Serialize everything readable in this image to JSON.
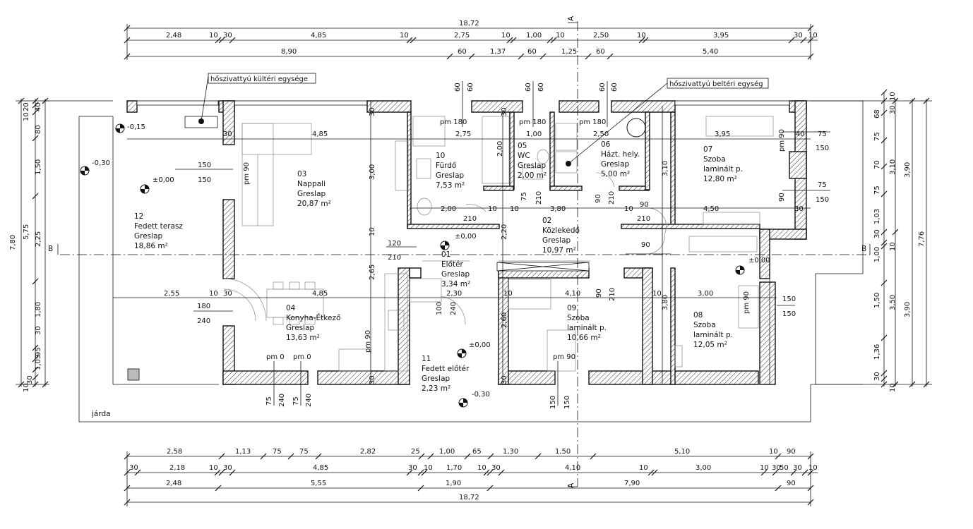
{
  "dims_top_1": [
    "2,48",
    "10",
    "30",
    "4,85",
    "10",
    "2,75",
    "10",
    "1,00",
    "10",
    "2,50",
    "10",
    "3,95",
    "30",
    "10"
  ],
  "dims_top_2": [
    "8,90",
    "60",
    "1,37",
    "60",
    "1,25",
    "60",
    "5,40"
  ],
  "dims_top_total": "18,72",
  "dims_bottom_1": [
    "2,58",
    "1,13",
    "75",
    "75",
    "2,82",
    "25",
    "1,00",
    "65",
    "1,30",
    "1,50",
    "5,10",
    "10",
    "90"
  ],
  "dims_bottom_2": [
    "30",
    "2,18",
    "10",
    "30",
    "4,85",
    "30",
    "10",
    "1,70",
    "10",
    "30",
    "4,10",
    "10",
    "3,00",
    "10",
    "30",
    "50",
    "30",
    "10"
  ],
  "dims_bottom_3": [
    "2,48",
    "5,55",
    "1,90",
    "7,90",
    "90"
  ],
  "dims_bottom_total": "18,72",
  "dims_left": [
    "10",
    "20",
    "40",
    "80",
    "1,50",
    "2,25",
    "1,80",
    "30",
    "95",
    "1,05",
    "30",
    "10",
    "5,75",
    "7,80"
  ],
  "dims_right": [
    "10",
    "30",
    "68",
    "75",
    "70",
    "75",
    "1,03",
    "30",
    "10",
    "1,00",
    "1,50",
    "1,36",
    "30",
    "10",
    "3,10",
    "3,50",
    "3,90",
    "3,90",
    "7,76"
  ],
  "section_labels": {
    "a_top": "A",
    "a_bottom": "A",
    "b_left": "B",
    "b_right": "B"
  },
  "callouts": {
    "outdoor_unit": "hőszivattyú kültéri egysége",
    "indoor_unit": "hőszivattyú beltéri egység"
  },
  "rooms": [
    {
      "num": "12",
      "name": "Fedett terasz",
      "floor": "Greslap",
      "area": "18,86 m²"
    },
    {
      "num": "03",
      "name": "Nappali",
      "floor": "Greslap",
      "area": "20,87 m²"
    },
    {
      "num": "10",
      "name": "Fürdő",
      "floor": "Greslap",
      "area": "7,53 m²"
    },
    {
      "num": "05",
      "name": "WC",
      "floor": "Greslap",
      "area": "2,00 m²"
    },
    {
      "num": "06",
      "name": "Házt. hely.",
      "floor": "Greslap",
      "area": "5,00 m²"
    },
    {
      "num": "07",
      "name": "Szoba",
      "floor": "laminált p.",
      "area": "12,80 m²"
    },
    {
      "num": "02",
      "name": "Közlekedő",
      "floor": "Greslap",
      "area": "10,97 m²"
    },
    {
      "num": "01",
      "name": "Előtér",
      "floor": "Greslap",
      "area": "3,34 m²"
    },
    {
      "num": "04",
      "name": "Konyha-Étkező",
      "floor": "Greslap",
      "area": "13,63 m²"
    },
    {
      "num": "09",
      "name": "Szoba",
      "floor": "laminált p.",
      "area": "10,66 m²"
    },
    {
      "num": "08",
      "name": "Szoba",
      "floor": "laminált p.",
      "area": "12,05 m²"
    },
    {
      "num": "11",
      "name": "Fedett előtér",
      "floor": "Greslap",
      "area": "2,23 m²"
    }
  ],
  "levels": {
    "terrace_edge": "-0,15",
    "outside_left": "-0,30",
    "terrace": "±0,00",
    "entry": "±0,00",
    "room08": "±0,00",
    "covered_entry": "±0,00",
    "outside_bottom": "-0,30"
  },
  "inner_dims": {
    "a": "4,85",
    "b": "2,75",
    "c": "1,00",
    "d": "2,50",
    "e": "3,95",
    "f": "30",
    "g": "40",
    "h": "75",
    "i": "150",
    "j": "75",
    "k": "150",
    "l": "90",
    "m": "150",
    "n": "150",
    "o": "pm 90",
    "p": "pm 180",
    "q": "pm 180",
    "r": "pm 180",
    "s": "60",
    "t": "60",
    "u": "60",
    "v": "60",
    "w": "60",
    "x": "60",
    "y": "3,00",
    "z": "2,00",
    "aa": "10",
    "ab": "210",
    "ac": "10",
    "ad": "3,80",
    "ae": "10",
    "af": "90",
    "ag": "210",
    "ah": "4,50",
    "ai": "30",
    "aj": "90",
    "ak": "120",
    "al": "210",
    "am": "2,65",
    "an": "10",
    "ao": "2,20",
    "ap": "2,30",
    "aq": "10",
    "ar": "4,10",
    "as": "90",
    "at": "210",
    "au": "3,00",
    "av": "10",
    "aw": "2,55",
    "ax": "10",
    "ay": "30",
    "az": "4,85",
    "ba": "180",
    "bb": "240",
    "bc": "100",
    "bd": "240",
    "be": "pm 0",
    "bf": "pm 0",
    "bg": "75",
    "bh": "240",
    "bi": "75",
    "bj": "240",
    "bk": "pm 90",
    "bl": "150",
    "bm": "150",
    "bn": "pm 90",
    "bo": "150",
    "bp": "150",
    "bq": "2,60",
    "br": "3,80",
    "bs": "3,10",
    "bt": "2,00",
    "bu": "75",
    "bv": "210",
    "bw": "90",
    "bx": "210",
    "by": "pm 90",
    "bz": "pm 90",
    "ca": "30",
    "cb": "30",
    "cc": "30",
    "cd": "30"
  },
  "sidewalk": "járda"
}
